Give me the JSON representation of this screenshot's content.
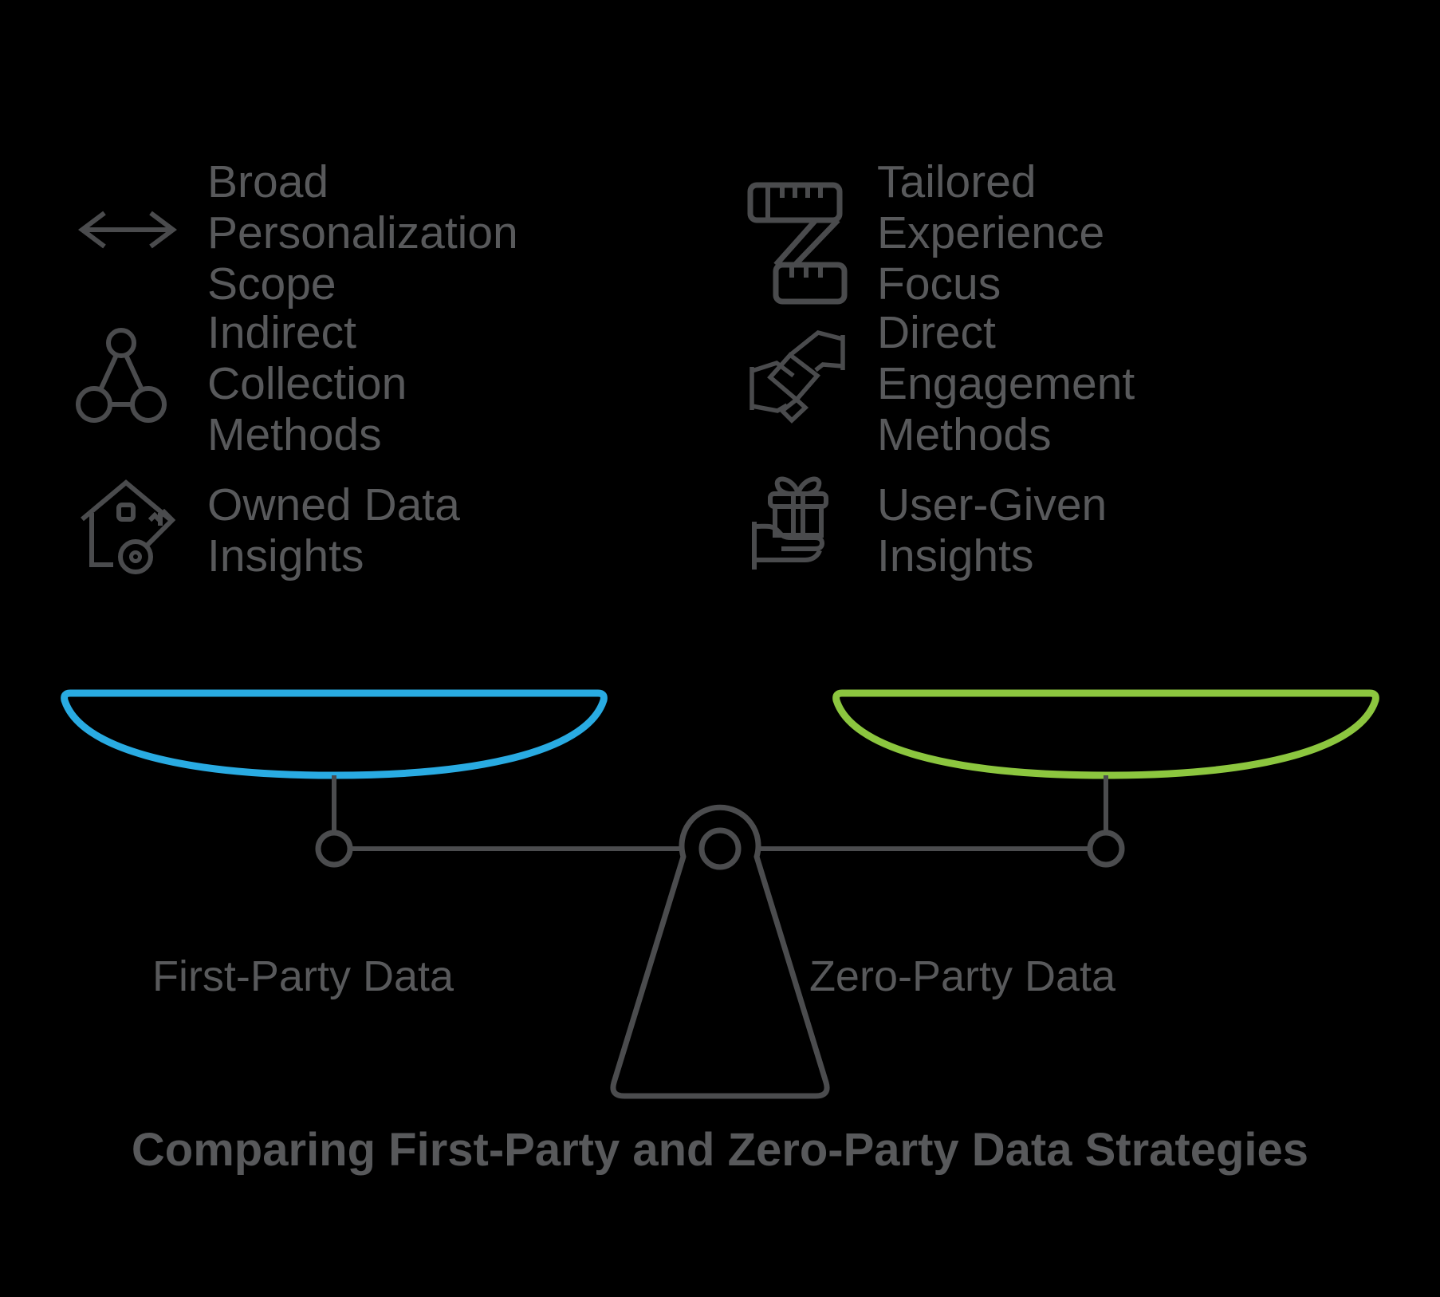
{
  "colors": {
    "background": "#000000",
    "pan_blue": "#29abe2",
    "pan_green": "#8cc63f",
    "outline_gray": "#4b4c4e",
    "icon_gray": "#4a4b4d",
    "text_gray": "#58595b"
  },
  "left_column": {
    "items": [
      {
        "icon": "arrows-horizontal-icon",
        "label": "Broad\nPersonalization\nScope"
      },
      {
        "icon": "network-nodes-icon",
        "label": "Indirect\nCollection\nMethods"
      },
      {
        "icon": "house-key-icon",
        "label": "Owned Data\nInsights"
      }
    ],
    "pan_label": "First-Party Data"
  },
  "right_column": {
    "items": [
      {
        "icon": "measuring-tape-icon",
        "label": "Tailored\nExperience\nFocus"
      },
      {
        "icon": "handshake-icon",
        "label": "Direct\nEngagement\nMethods"
      },
      {
        "icon": "gift-hand-icon",
        "label": "User-Given\nInsights"
      }
    ],
    "pan_label": "Zero-Party Data"
  },
  "title": "Comparing First-Party and Zero-Party Data Strategies"
}
